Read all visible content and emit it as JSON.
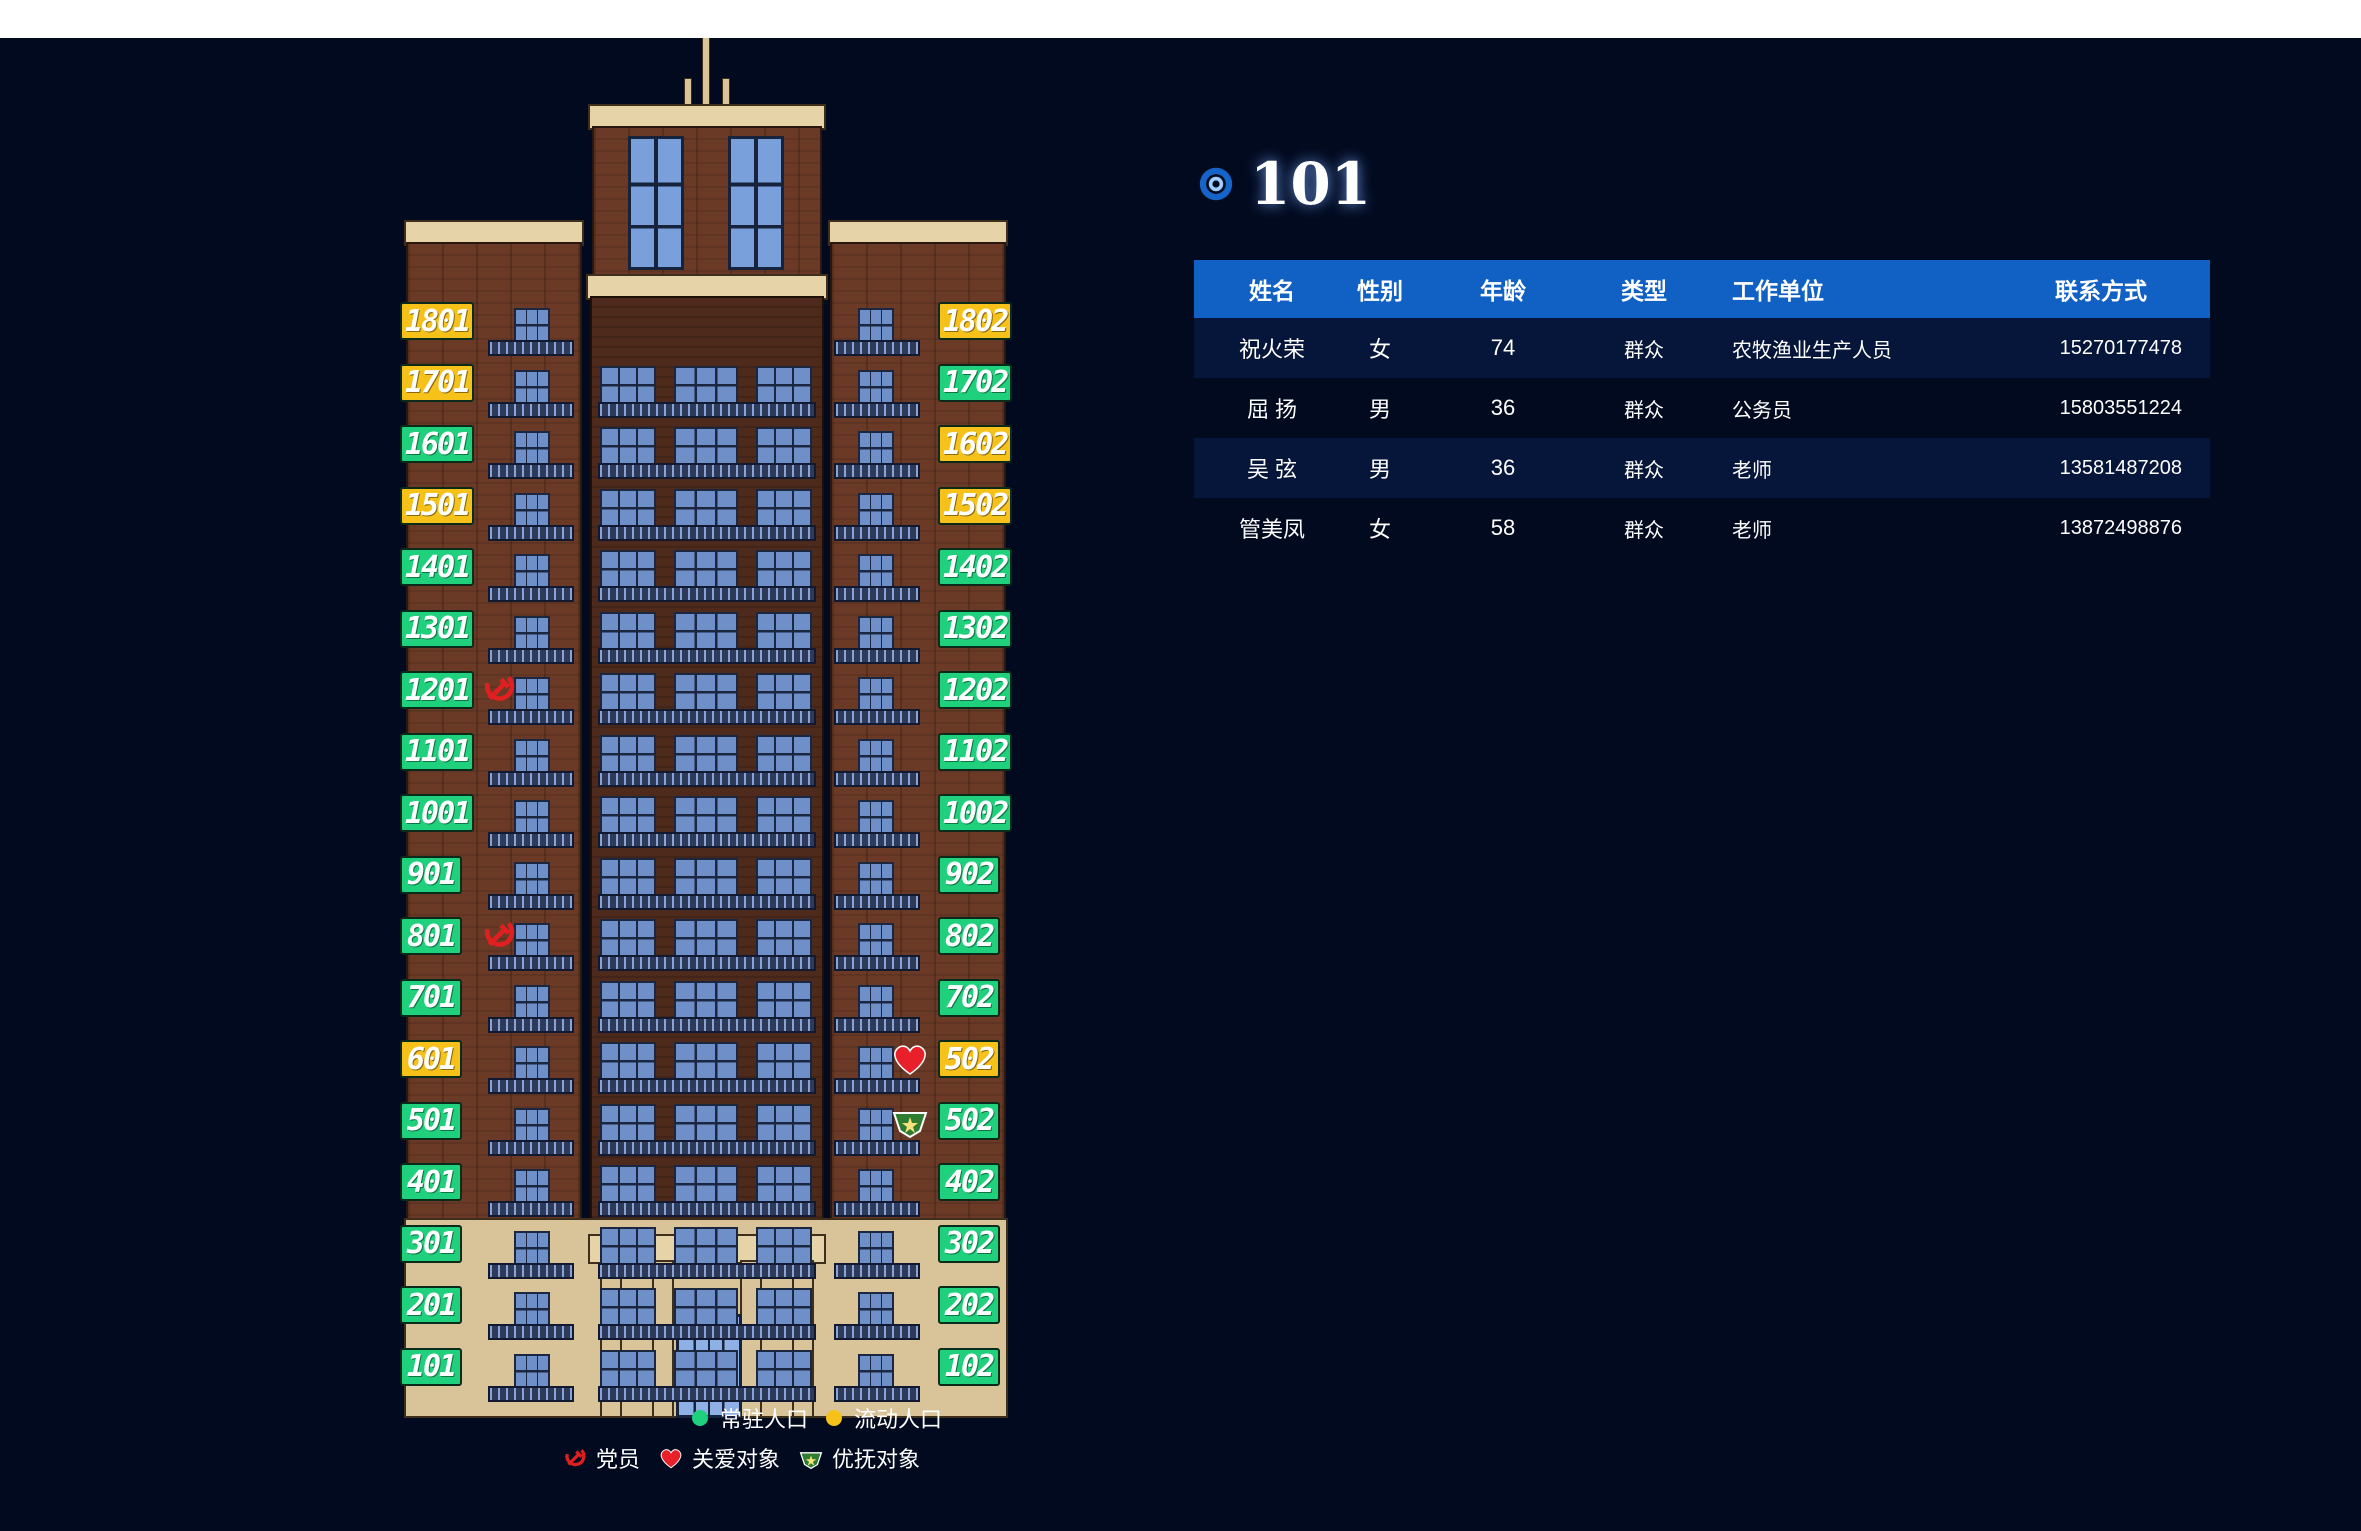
{
  "selected_unit": "101",
  "building": {
    "left_units": [
      {
        "label": "1801",
        "type": "floating"
      },
      {
        "label": "1701",
        "type": "floating"
      },
      {
        "label": "1601",
        "type": "resident"
      },
      {
        "label": "1501",
        "type": "floating"
      },
      {
        "label": "1401",
        "type": "resident"
      },
      {
        "label": "1301",
        "type": "resident"
      },
      {
        "label": "1201",
        "type": "resident",
        "mark": "party"
      },
      {
        "label": "1101",
        "type": "resident"
      },
      {
        "label": "1001",
        "type": "resident"
      },
      {
        "label": "901",
        "type": "resident"
      },
      {
        "label": "801",
        "type": "resident",
        "mark": "party"
      },
      {
        "label": "701",
        "type": "resident"
      },
      {
        "label": "601",
        "type": "floating"
      },
      {
        "label": "501",
        "type": "resident"
      },
      {
        "label": "401",
        "type": "resident"
      },
      {
        "label": "301",
        "type": "resident"
      },
      {
        "label": "201",
        "type": "resident"
      },
      {
        "label": "101",
        "type": "resident"
      }
    ],
    "right_units": [
      {
        "label": "1802",
        "type": "floating"
      },
      {
        "label": "1702",
        "type": "resident"
      },
      {
        "label": "1602",
        "type": "floating"
      },
      {
        "label": "1502",
        "type": "floating"
      },
      {
        "label": "1402",
        "type": "resident"
      },
      {
        "label": "1302",
        "type": "resident"
      },
      {
        "label": "1202",
        "type": "resident"
      },
      {
        "label": "1102",
        "type": "resident"
      },
      {
        "label": "1002",
        "type": "resident"
      },
      {
        "label": "902",
        "type": "resident"
      },
      {
        "label": "802",
        "type": "resident"
      },
      {
        "label": "702",
        "type": "resident"
      },
      {
        "label": "502",
        "type": "floating",
        "mark": "care"
      },
      {
        "label": "502",
        "type": "resident",
        "mark": "veteran"
      },
      {
        "label": "402",
        "type": "resident"
      },
      {
        "label": "302",
        "type": "resident"
      },
      {
        "label": "202",
        "type": "resident"
      },
      {
        "label": "102",
        "type": "resident"
      }
    ]
  },
  "legend": {
    "resident": "常驻人口",
    "floating": "流动人口",
    "party": "党员",
    "care": "关爱对象",
    "veteran": "优抚对象"
  },
  "colors": {
    "resident": "#1fd17d",
    "floating": "#f6c21a",
    "header": "#1160c4",
    "background": "#020a1f",
    "party": "#e02020",
    "care": "#e8202a",
    "veteran": "#2e7d32"
  },
  "icons": {
    "title": "target-icon",
    "party": "hammer-sickle-icon",
    "care": "heart-icon",
    "veteran": "veteran-badge-icon"
  },
  "table": {
    "headers": [
      "姓名",
      "性别",
      "年龄",
      "类型",
      "工作单位",
      "联系方式"
    ],
    "rows": [
      [
        "祝火荣",
        "女",
        "74",
        "群众",
        "农牧渔业生产人员",
        "15270177478"
      ],
      [
        "屈 扬",
        "男",
        "36",
        "群众",
        "公务员",
        "15803551224"
      ],
      [
        "吴 弦",
        "男",
        "36",
        "群众",
        "老师",
        "13581487208"
      ],
      [
        "管美凤",
        "女",
        "58",
        "群众",
        "老师",
        "13872498876"
      ]
    ]
  }
}
